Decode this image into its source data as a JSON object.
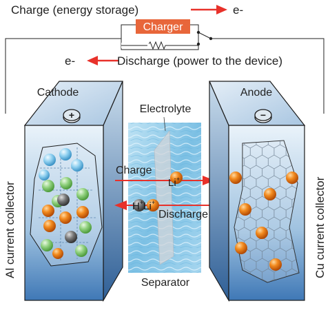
{
  "top": {
    "charge_text": "Charge (energy storage)",
    "charge_electron": "e-",
    "charger_label": "Charger",
    "discharge_electron": "e-",
    "discharge_text": "Discharge (power to the device)"
  },
  "cathode": {
    "label": "Cathode",
    "terminal_symbol": "+"
  },
  "anode": {
    "label": "Anode",
    "terminal_symbol": "−"
  },
  "middle": {
    "electrolyte_label": "Electrolyte",
    "separator_label": "Separator",
    "charge_label": "Charge",
    "discharge_label": "Discharge",
    "li_ion_charge": "Li",
    "li_ion_discharge": "Li",
    "h_atom": "H",
    "ion_superscript": "+"
  },
  "sides": {
    "left_collector": "Al current collector",
    "right_collector": "Cu current collector"
  },
  "colors": {
    "arrow": "#e8312a",
    "charger_fill": "#e8663a",
    "box_top": "#cfe1ef",
    "box_side": "#6e9ec8",
    "electrolyte": "#9fd0ea",
    "lithium": "#f08a1c"
  }
}
